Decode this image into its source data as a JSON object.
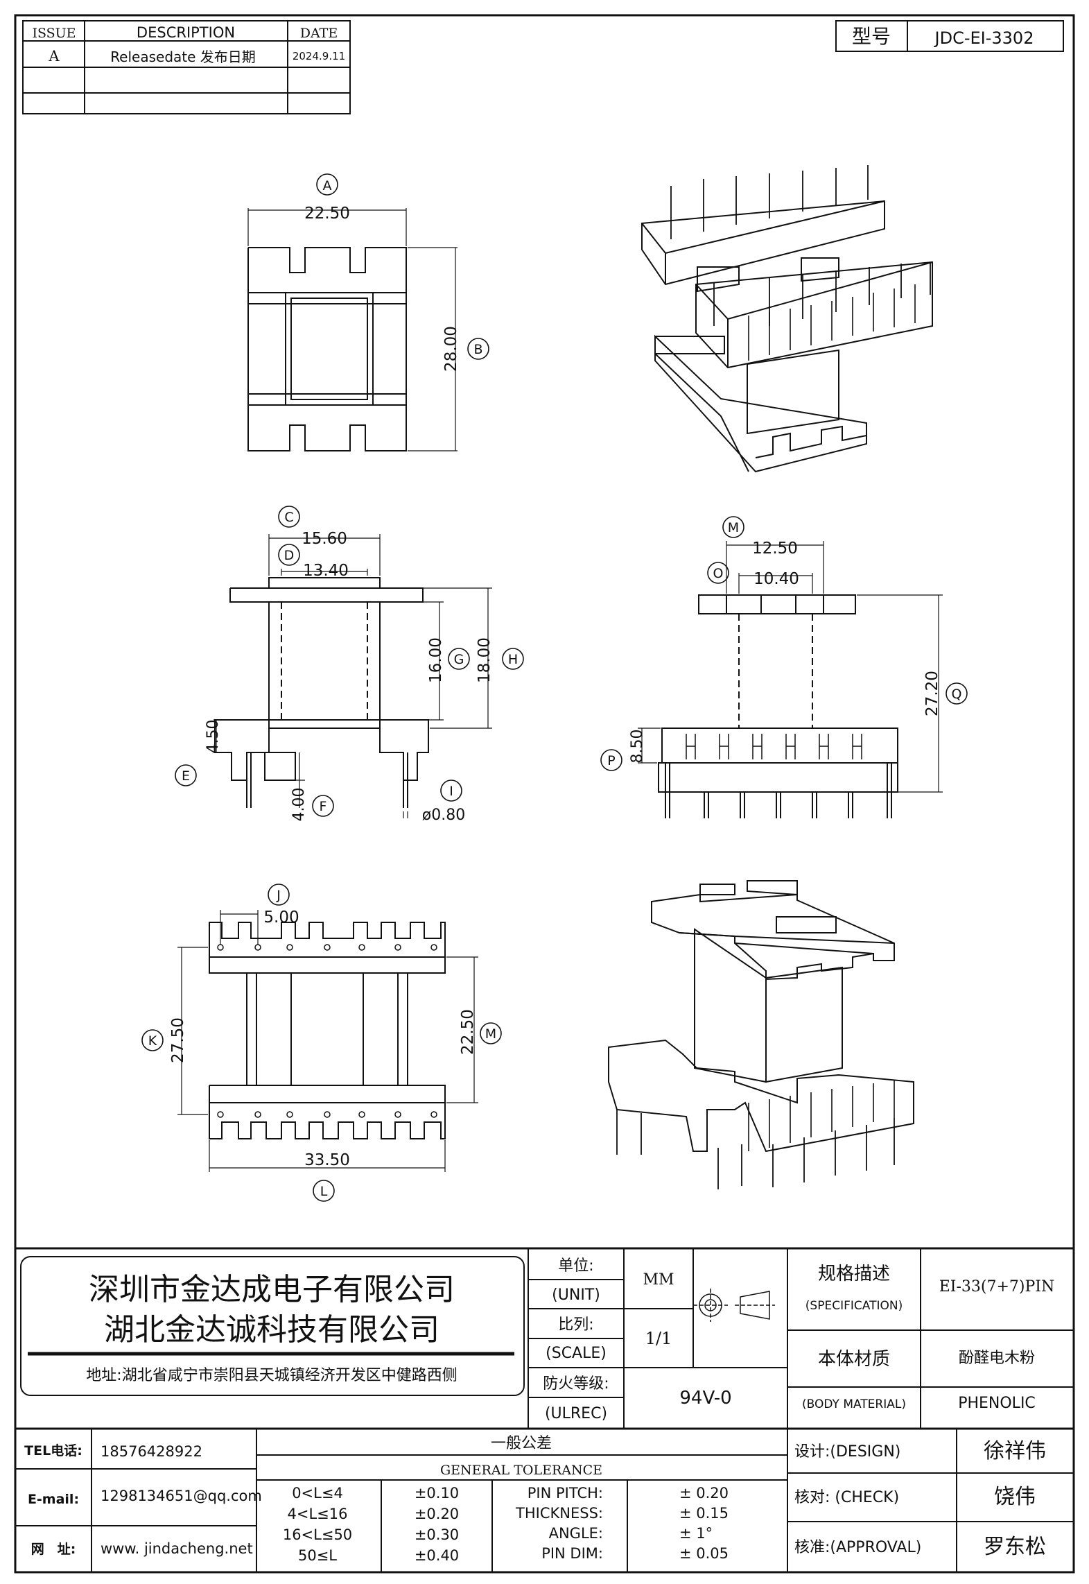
{
  "revision_table": {
    "headers": {
      "issue": "ISSUE",
      "description": "DESCRIPTION",
      "date": "DATE"
    },
    "rows": [
      {
        "issue": "A",
        "description": "Releasedate 发布日期",
        "date": "2024.9.11"
      }
    ]
  },
  "model": {
    "label": "型号",
    "value": "JDC-EI-3302"
  },
  "dimensions": {
    "A": {
      "letter": "A",
      "value": "22.50"
    },
    "B": {
      "letter": "B",
      "value": "28.00"
    },
    "C": {
      "letter": "C",
      "value": "15.60"
    },
    "D": {
      "letter": "D",
      "value": "13.40"
    },
    "E": {
      "letter": "E",
      "value": "4.50"
    },
    "F": {
      "letter": "F",
      "value": "4.00"
    },
    "G": {
      "letter": "G",
      "value": "16.00"
    },
    "H": {
      "letter": "H",
      "value": "18.00"
    },
    "I": {
      "letter": "I",
      "value": "ø0.80"
    },
    "J": {
      "letter": "J",
      "value": "5.00"
    },
    "K": {
      "letter": "K",
      "value": "27.50"
    },
    "L": {
      "letter": "L",
      "value": "33.50"
    },
    "M1": {
      "letter": "M",
      "value": "12.50"
    },
    "O": {
      "letter": "O",
      "value": "10.40"
    },
    "P": {
      "letter": "P",
      "value": "8.50"
    },
    "Q": {
      "letter": "Q",
      "value": "27.20"
    },
    "M2": {
      "letter": "M",
      "value": "22.50"
    }
  },
  "title_block": {
    "company_1": "深圳市金达成电子有限公司",
    "company_2": "湖北金达诚科技有限公司",
    "address": "地址:湖北省咸宁市崇阳县天城镇经济开发区中健路西侧",
    "unit_cn": "单位:",
    "unit_en": "(UNIT)",
    "unit_value": "MM",
    "scale_cn": "比列:",
    "scale_en": "(SCALE)",
    "scale_value": "1/1",
    "ulrec_cn": "防火等级:",
    "ulrec_en": "(ULREC)",
    "ulrec_value": "94V-0",
    "spec_cn": "规格描述",
    "spec_en": "(SPECIFICATION)",
    "spec_value": "EI-33(7+7)PIN",
    "material_cn": "本体材质",
    "material_en": "(BODY MATERIAL)",
    "material_value_cn": "酚醛电木粉",
    "material_value_en": "PHENOLIC",
    "tel_label": "TEL电话:",
    "tel_value": "18576428922",
    "email_label": "E-mail:",
    "email_value": "1298134651@qq.com",
    "web_label": "网　址:",
    "web_value": "www. jindacheng.net",
    "tolerance_cn": "一般公差",
    "tolerance_en": "GENERAL TOLERANCE",
    "tolerance_rows": [
      {
        "range": "0<L≤4",
        "tol": "±0.10"
      },
      {
        "range": "4<L≤16",
        "tol": "±0.20"
      },
      {
        "range": "16<L≤50",
        "tol": "±0.30"
      },
      {
        "range": "50≤L",
        "tol": "±0.40"
      }
    ],
    "pin_rows": [
      {
        "label": "PIN PITCH:",
        "value": "±  0.20"
      },
      {
        "label": "THICKNESS:",
        "value": "±  0.15"
      },
      {
        "label": "ANGLE:",
        "value": "±  1°"
      },
      {
        "label": "PIN DIM:",
        "value": "±  0.05"
      }
    ],
    "design_label": "设计:(DESIGN)",
    "design_name": "徐祥伟",
    "check_label": "核对: (CHECK)",
    "check_name": "饶伟",
    "approval_label": "核准:(APPROVAL)",
    "approval_name": "罗东松"
  }
}
